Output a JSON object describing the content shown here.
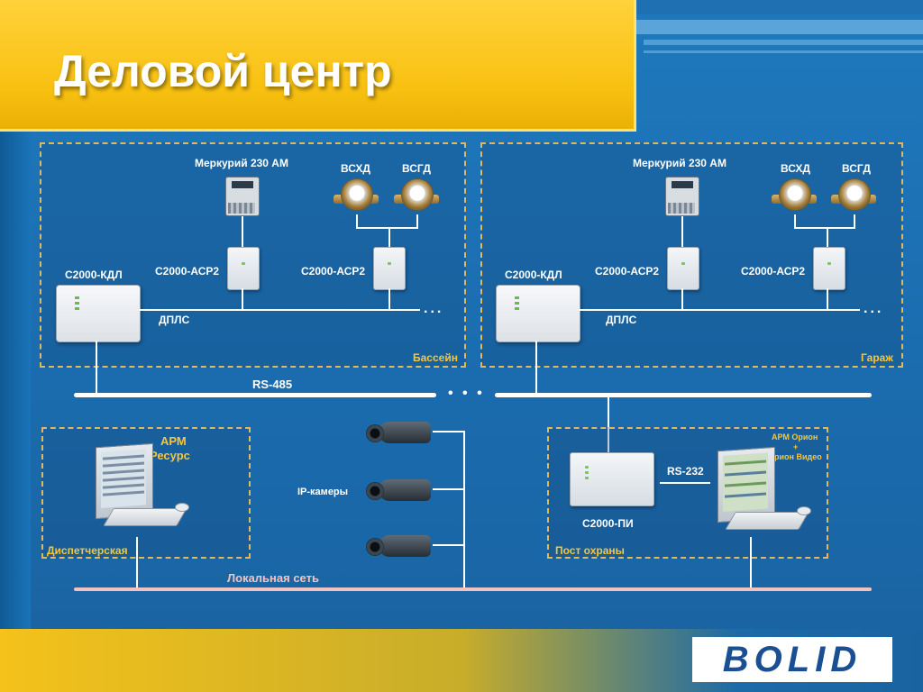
{
  "title": "Деловой центр",
  "logo": "BOLID",
  "zones": {
    "pool": {
      "label": "Бассейн"
    },
    "garage": {
      "label": "Гараж"
    },
    "dispatch": {
      "label": "Диспетчерская"
    },
    "guard": {
      "label": "Пост охраны"
    }
  },
  "labels": {
    "mercury": "Меркурий 230 АМ",
    "cold_water": "ВСХД",
    "hot_water": "ВСГД",
    "kdl": "С2000-КДЛ",
    "acr2": "С2000-АСР2",
    "dpls": "ДПЛС",
    "dots": "...",
    "rs485": "RS-485",
    "bus_dots": "• • •",
    "arm_resurs_line1": "АРМ",
    "arm_resurs_line2": "Ресурс",
    "ip_cameras": "IP-камеры",
    "rs232": "RS-232",
    "pi": "С2000-ПИ",
    "arm_orion_line1": "АРМ Орион",
    "arm_orion_line2": "+",
    "arm_orion_line3": "Орион Видео",
    "lan": "Локальная сеть"
  },
  "colors": {
    "accent_yellow": "#f8c010",
    "background_blue": "#1f79bd",
    "zone_border": "#e0b860",
    "label_yellow": "#f6c63a",
    "lan_line": "#f1c3c0"
  }
}
